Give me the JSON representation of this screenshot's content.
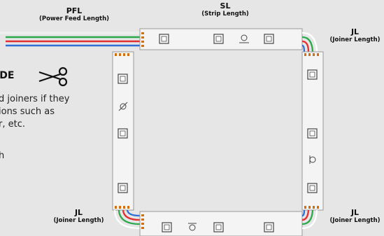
{
  "labels": {
    "pfl": {
      "abbr": "PFL",
      "full": "(Power Feed Length)"
    },
    "sl": {
      "abbr": "SL",
      "full": "(Strip Length)"
    },
    "jl_top": {
      "abbr": "JL",
      "full": "(Joiner Length)"
    },
    "jl_bottom_left": {
      "abbr": "JL",
      "full": "(Joiner Length)"
    },
    "jl_bottom_right": {
      "abbr": "JL",
      "full": "(Joiner Length)"
    }
  },
  "guide": {
    "title": "IDE",
    "line1": "d joiners if they",
    "line2": "ions such as",
    "line3": "r, etc.",
    "extra": "h"
  },
  "icons": [
    "scissors-icon",
    "ul-listed-icon",
    "led-chip-icon"
  ],
  "colors": {
    "wire_green": "#2aa84a",
    "wire_red": "#e03030",
    "wire_blue": "#2f6fd6",
    "wire_white": "#ffffff",
    "strip_fill": "#f4f4f4",
    "strip_stroke": "#9a9a9a",
    "background": "#e6e6e6"
  }
}
